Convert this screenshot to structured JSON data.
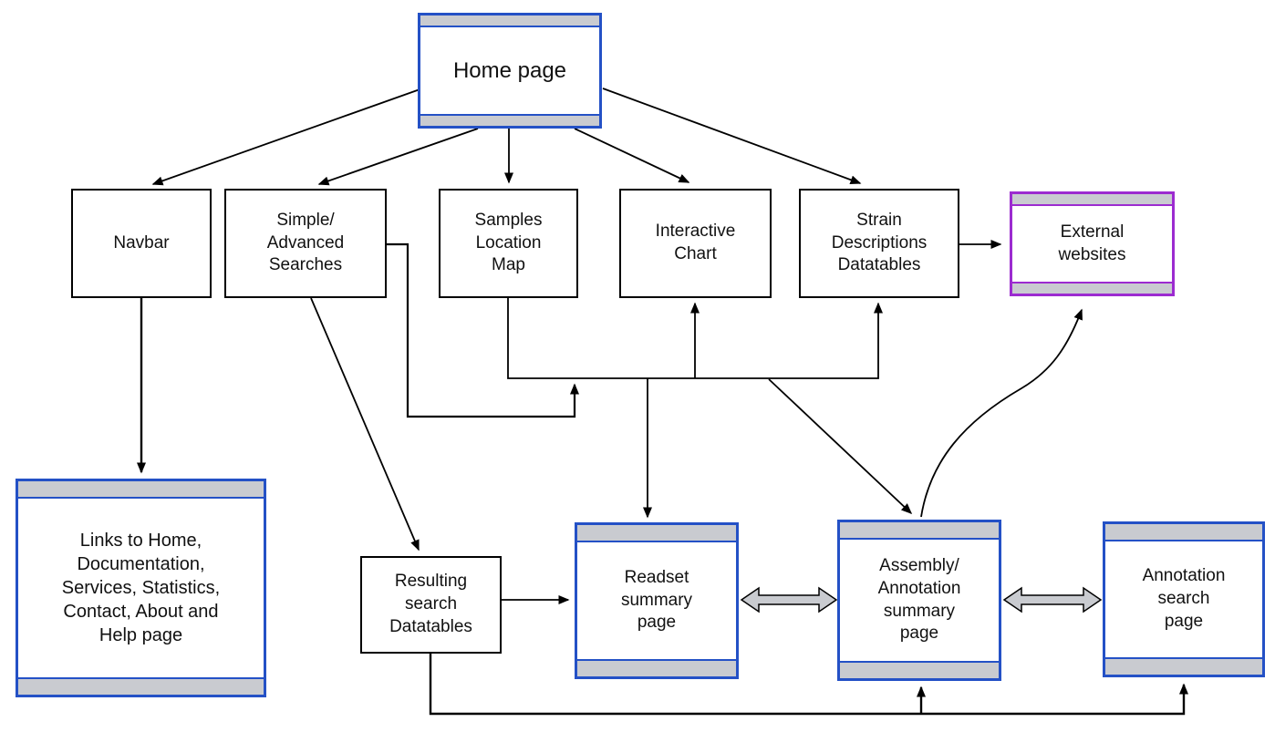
{
  "diagram": {
    "type": "website-sitemap-flowchart",
    "colors": {
      "window_border_blue": "#2451c6",
      "window_border_purple": "#9c2bd0",
      "window_bar_gray": "#c9cbd0",
      "plain_border": "#000000",
      "line": "#000000",
      "background": "#ffffff"
    }
  },
  "nodes": {
    "home": {
      "label": "Home page",
      "style": "window-blue"
    },
    "navbar": {
      "label": "Navbar",
      "style": "plain"
    },
    "searches": {
      "label": "Simple/\nAdvanced\nSearches",
      "style": "plain"
    },
    "map": {
      "label": "Samples\nLocation\nMap",
      "style": "plain"
    },
    "chart": {
      "label": "Interactive\nChart",
      "style": "plain"
    },
    "strain": {
      "label": "Strain\nDescriptions\nDatatables",
      "style": "plain"
    },
    "external": {
      "label": "External\nwebsites",
      "style": "window-purple"
    },
    "links": {
      "label": "Links to Home,\nDocumentation,\nServices, Statistics,\nContact, About and\nHelp page",
      "style": "window-blue"
    },
    "resulting": {
      "label": "Resulting\nsearch\nDatatables",
      "style": "plain"
    },
    "readset": {
      "label": "Readset\nsummary\npage",
      "style": "window-blue"
    },
    "assembly": {
      "label": "Assembly/\nAnnotation\nsummary\npage",
      "style": "window-blue"
    },
    "annosearch": {
      "label": "Annotation\nsearch\npage",
      "style": "window-blue"
    }
  },
  "edges": [
    {
      "from": "home",
      "to": "navbar",
      "type": "arrow"
    },
    {
      "from": "home",
      "to": "searches",
      "type": "arrow"
    },
    {
      "from": "home",
      "to": "map",
      "type": "arrow"
    },
    {
      "from": "home",
      "to": "chart",
      "type": "arrow"
    },
    {
      "from": "home",
      "to": "strain",
      "type": "arrow"
    },
    {
      "from": "navbar",
      "to": "links",
      "type": "arrow"
    },
    {
      "from": "searches",
      "to": "resulting",
      "type": "arrow"
    },
    {
      "from": "searches",
      "to": "shared-connector",
      "type": "arrow"
    },
    {
      "from": "map",
      "to": "shared-connector",
      "type": "line"
    },
    {
      "from": "shared-connector",
      "to": "chart",
      "type": "arrow"
    },
    {
      "from": "shared-connector",
      "to": "strain",
      "type": "arrow"
    },
    {
      "from": "shared-connector",
      "to": "readset",
      "type": "arrow"
    },
    {
      "from": "shared-connector",
      "to": "assembly",
      "type": "arrow"
    },
    {
      "from": "strain",
      "to": "external",
      "type": "arrow"
    },
    {
      "from": "assembly",
      "to": "external",
      "type": "curved-arrow"
    },
    {
      "from": "resulting",
      "to": "readset",
      "type": "arrow"
    },
    {
      "from": "resulting",
      "to": "assembly",
      "type": "arrow"
    },
    {
      "from": "resulting",
      "to": "annosearch",
      "type": "arrow"
    },
    {
      "from": "readset",
      "to": "assembly",
      "type": "double-block-arrow"
    },
    {
      "from": "assembly",
      "to": "annosearch",
      "type": "double-block-arrow"
    }
  ]
}
